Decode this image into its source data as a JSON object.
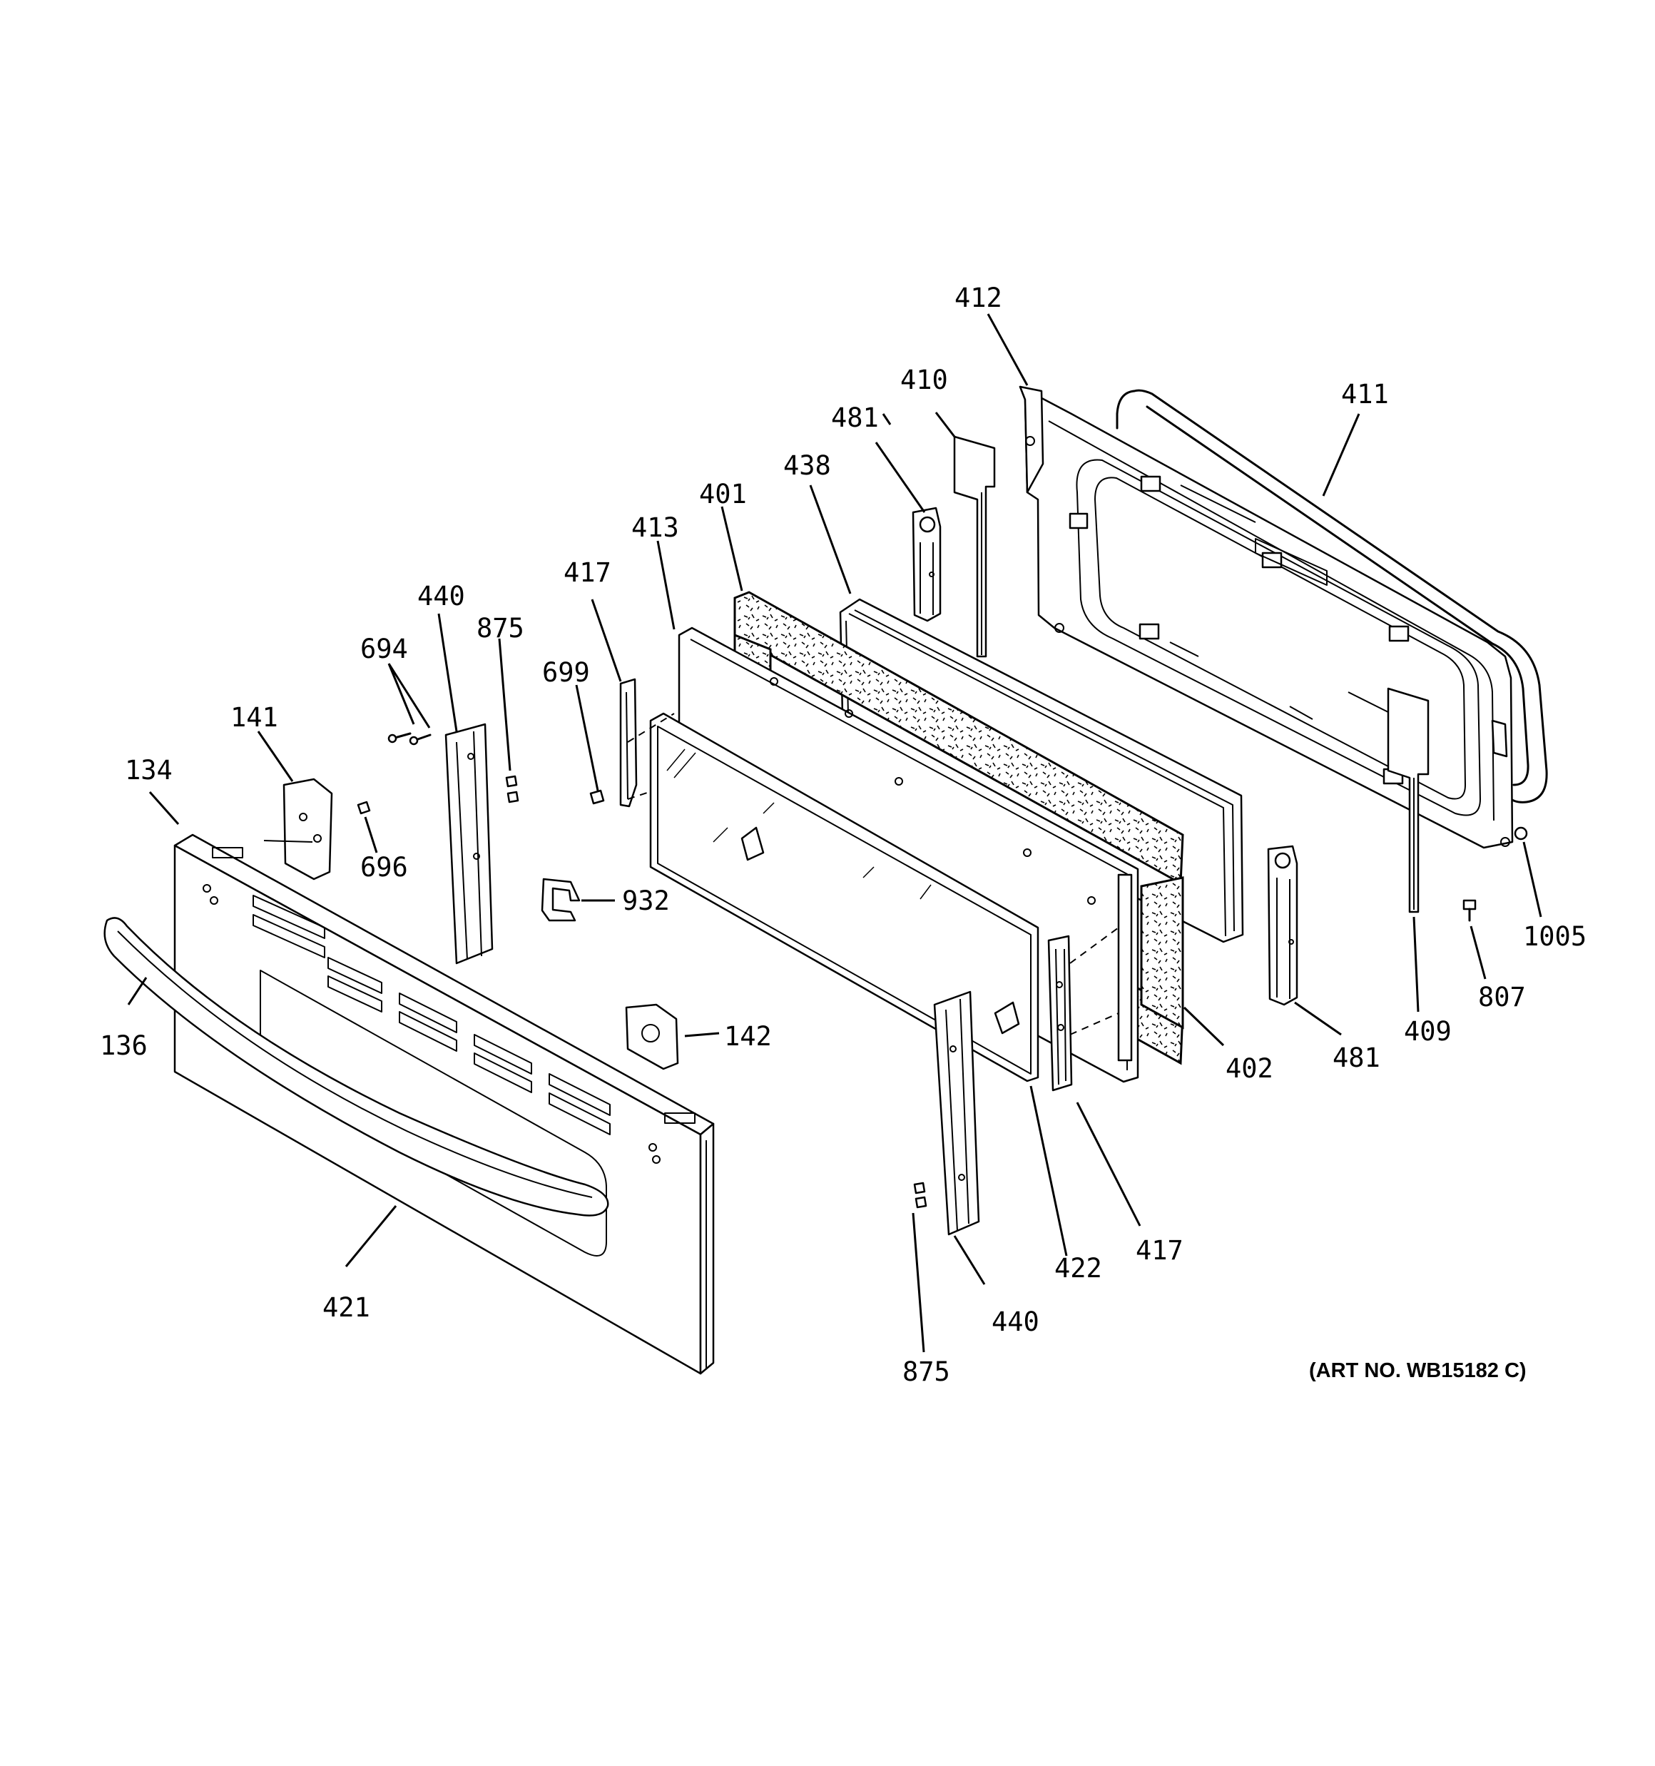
{
  "callouts": {
    "c412": "412",
    "c410": "410",
    "c411": "411",
    "c481a": "481",
    "c438": "438",
    "c401": "401",
    "c413": "413",
    "c417a": "417",
    "c440a": "440",
    "c875a": "875",
    "c694": "694",
    "c699": "699",
    "c141": "141",
    "c134": "134",
    "c696": "696",
    "c932": "932",
    "c136": "136",
    "c142": "142",
    "c421": "421",
    "c440b": "440",
    "c875b": "875",
    "c422": "422",
    "c417b": "417",
    "c402": "402",
    "c481b": "481",
    "c409": "409",
    "c807": "807",
    "c1005": "1005"
  },
  "art_number": "(ART NO. WB15182 C)"
}
